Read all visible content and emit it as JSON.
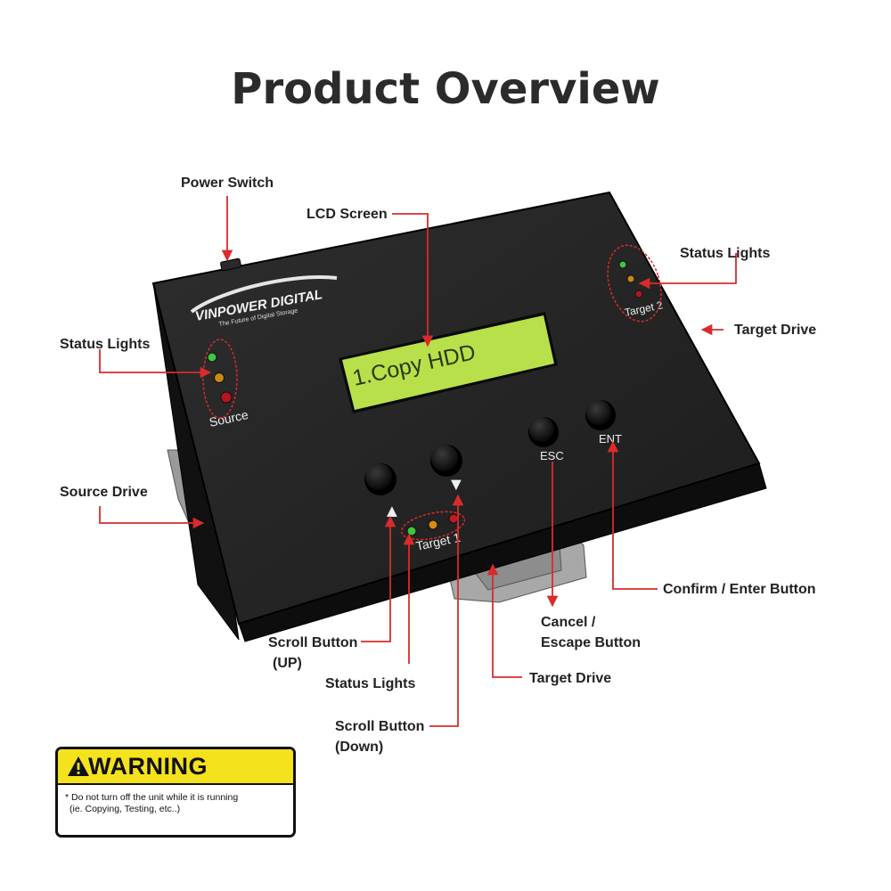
{
  "title": "Product Overview",
  "device": {
    "brand": "VINPOWER DIGITAL",
    "tagline": "The Future of Digital Storage",
    "lcd_text": "1.Copy HDD",
    "source_label": "Source",
    "target1_label": "Target 1",
    "target2_label": "Target 2",
    "esc_label": "ESC",
    "ent_label": "ENT",
    "up_arrow": "▲",
    "down_arrow": "▼"
  },
  "callouts": {
    "power_switch": "Power Switch",
    "lcd_screen": "LCD Screen",
    "status_lights_target2": "Status Lights",
    "target_drive_right": "Target Drive",
    "status_lights_source": "Status Lights",
    "source_drive": "Source Drive",
    "confirm_enter": "Confirm / Enter Button",
    "cancel_escape_line1": "Cancel /",
    "cancel_escape_line2": "Escape Button",
    "scroll_up_line1": "Scroll Button",
    "scroll_up_line2": "(UP)",
    "status_lights_target1": "Status Lights",
    "target_drive_bottom": "Target Drive",
    "scroll_down_line1": "Scroll Button",
    "scroll_down_line2": "(Down)"
  },
  "warning": {
    "title": "WARNING",
    "line1": "* Do not turn off the unit while it is running",
    "line2": "(ie. Copying, Testing, etc..)"
  },
  "colors": {
    "arrow": "#d92b2b",
    "lcd": "#b8e04a",
    "device_body": "#242424",
    "warning_yellow": "#f4e21c"
  }
}
